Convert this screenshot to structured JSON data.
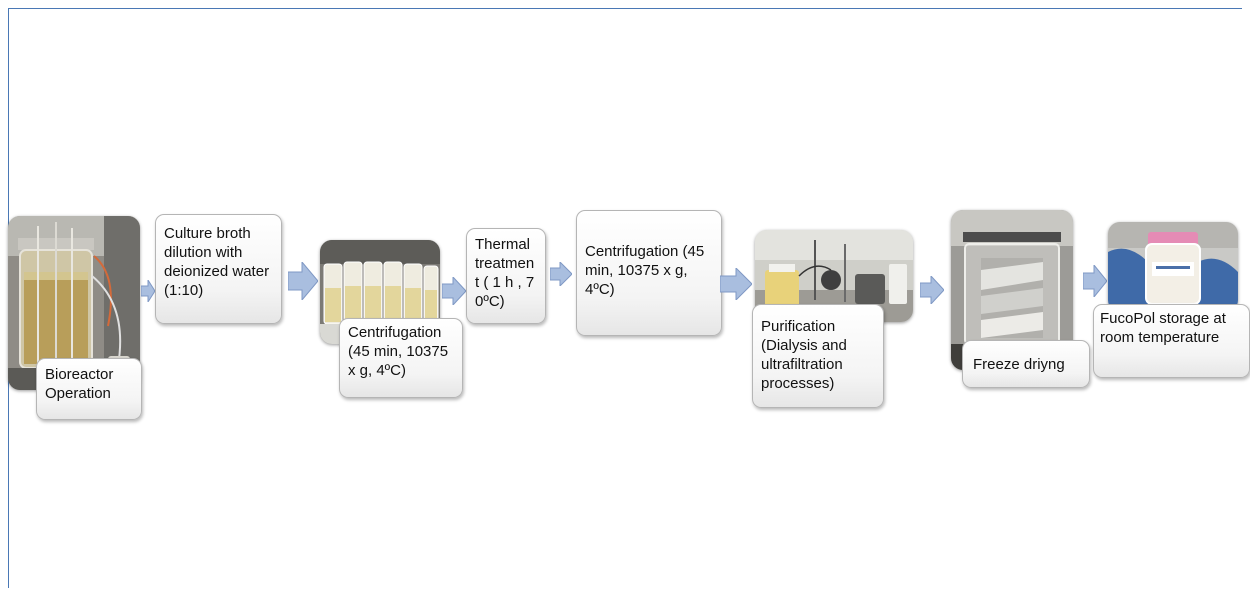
{
  "steps": [
    {
      "id": "bioreactor",
      "label": "Bioreactor Operation",
      "photo": "bioreactor-photo"
    },
    {
      "id": "dilution",
      "label": "Culture broth dilution with deionized water (1:10)"
    },
    {
      "id": "centrifugation1",
      "label": "Centrifugation (45 min, 10375 x g, 4ºC)",
      "photo": "centrifuge-bottles-photo"
    },
    {
      "id": "thermal",
      "label": "Thermal treatment ( 1 h , 70ºC)"
    },
    {
      "id": "centrifugation2",
      "label": "Centrifugation (45 min, 10375 x g, 4ºC)"
    },
    {
      "id": "purification",
      "label": "Purification (Dialysis and ultrafiltration processes)",
      "photo": "purification-setup-photo"
    },
    {
      "id": "freeze",
      "label": "Freeze driyng",
      "photo": "freeze-dryer-photo"
    },
    {
      "id": "storage",
      "label": "FucoPol storage at room temperature",
      "photo": "fucopol-jar-photo"
    }
  ],
  "colors": {
    "frame": "#4a78b5",
    "arrow_fill": "#a9bedf",
    "arrow_stroke": "#7f98c4",
    "box_bg": "#f4f4f4"
  }
}
